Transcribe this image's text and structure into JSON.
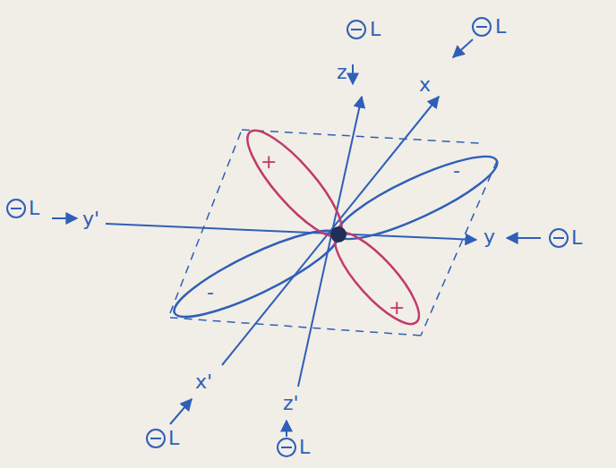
{
  "diagram": {
    "labels": [
      "L",
      "z",
      "x",
      "L",
      "L",
      "y'",
      "+",
      "-",
      "-",
      "+",
      "y",
      "L",
      "x'",
      "z'",
      "L",
      "L"
    ]
  }
}
